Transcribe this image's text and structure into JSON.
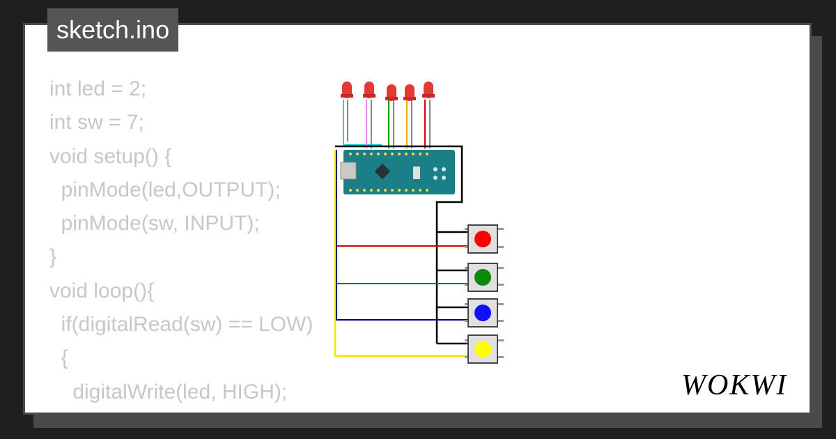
{
  "header": {
    "title": "sketch.ino"
  },
  "code_lines": [
    "int led = 2;",
    "int sw = 7;",
    "void setup() {",
    "  pinMode(led,OUTPUT);",
    "  pinMode(sw, INPUT);",
    "}",
    "void loop(){",
    "  if(digitalRead(sw) == LOW)",
    "  {",
    "    digitalWrite(led, HIGH);",
    "  }"
  ],
  "brand": {
    "logo_text": "WOKWI"
  },
  "colors": {
    "background": "#1f1f1f",
    "card": "#ffffff",
    "border": "#4a4a4a",
    "title_bg": "#555555",
    "code_text": "#c7c7c7",
    "board": "#1b7f88",
    "led_red": "#e53935",
    "button_red": "#ff0000",
    "button_green": "#0a8a0a",
    "button_blue": "#1010ff",
    "button_yellow": "#ffff00"
  },
  "circuit": {
    "leds": [
      {
        "color": "red",
        "wire_color": "#00d5d5"
      },
      {
        "color": "red",
        "wire_color": "#ee82ee"
      },
      {
        "color": "red",
        "wire_color": "#00a000"
      },
      {
        "color": "red",
        "wire_color": "#ffa500"
      },
      {
        "color": "red",
        "wire_color": "#e00000"
      }
    ],
    "buttons": [
      {
        "color": "red",
        "cap_color": "#ff0000",
        "wire_color": "#d00000"
      },
      {
        "color": "green",
        "cap_color": "#0a8a0a",
        "wire_color": "#008000"
      },
      {
        "color": "blue",
        "cap_color": "#1010ff",
        "wire_color": "#000080"
      },
      {
        "color": "yellow",
        "cap_color": "#ffff00",
        "wire_color": "#f2e600"
      }
    ],
    "board": {
      "type": "arduino-nano"
    }
  }
}
